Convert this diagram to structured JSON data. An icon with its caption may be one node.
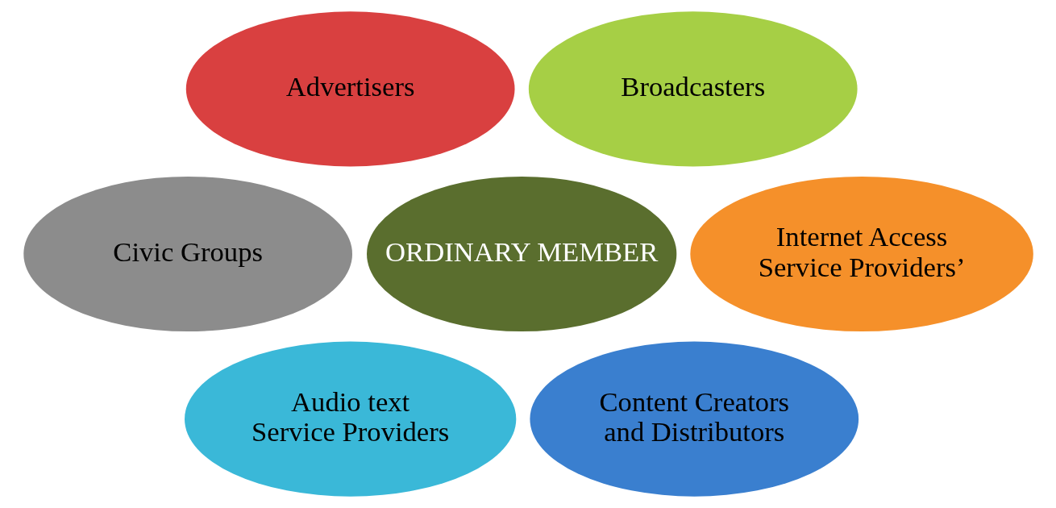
{
  "diagram": {
    "nodes": [
      {
        "text": [
          "Advertisers"
        ]
      },
      {
        "text": [
          "Broadcasters"
        ]
      },
      {
        "text": [
          "Civic Groups"
        ]
      },
      {
        "text": [
          "ORDINARY MEMBER"
        ]
      },
      {
        "text": [
          "Internet Access Service Providers’"
        ]
      },
      {
        "text": [
          "Audio text Service Providers"
        ]
      },
      {
        "text": [
          "Content Creators and Distributors"
        ]
      }
    ]
  }
}
